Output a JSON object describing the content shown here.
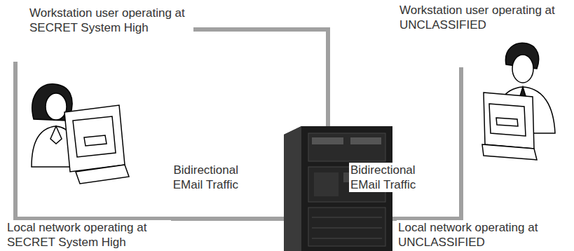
{
  "diagram": {
    "labels": [
      "Workstation user operating at SECRET System High",
      "Workstation user operating at UNCLASSIFIED",
      "Bidirectional EMail Traffic",
      "Bidirectional EMail Traffic",
      "Local network operating at SECRET System High",
      "Local network operating at UNCLASSIFIED"
    ]
  }
}
